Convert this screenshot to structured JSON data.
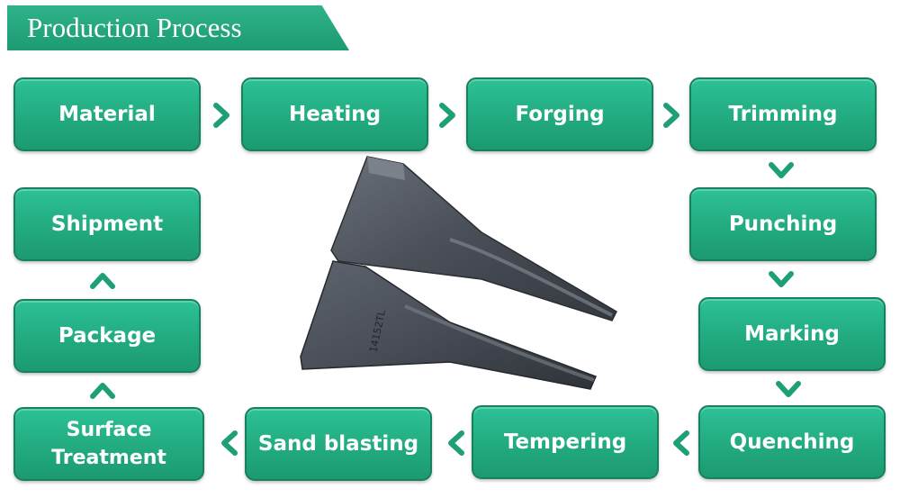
{
  "header": {
    "title": "Production Process"
  },
  "steps": [
    {
      "label": "Material"
    },
    {
      "label": "Heating"
    },
    {
      "label": "Forging"
    },
    {
      "label": "Trimming"
    },
    {
      "label": "Punching"
    },
    {
      "label": "Marking"
    },
    {
      "label": "Quenching"
    },
    {
      "label": "Tempering"
    },
    {
      "label": "Sand blasting"
    },
    {
      "label": "Surface Treatment"
    },
    {
      "label": "Package"
    },
    {
      "label": "Shipment"
    }
  ],
  "product": {
    "stamp": "14152TL"
  },
  "colors": {
    "accent": "#22aa80",
    "accent_dark": "#16805f",
    "arrow": "#1f9f78",
    "part": "#4a4f58"
  },
  "icons": {
    "right": "chevron-right-icon",
    "down": "chevron-down-icon",
    "left": "chevron-left-icon",
    "up": "chevron-up-icon"
  }
}
